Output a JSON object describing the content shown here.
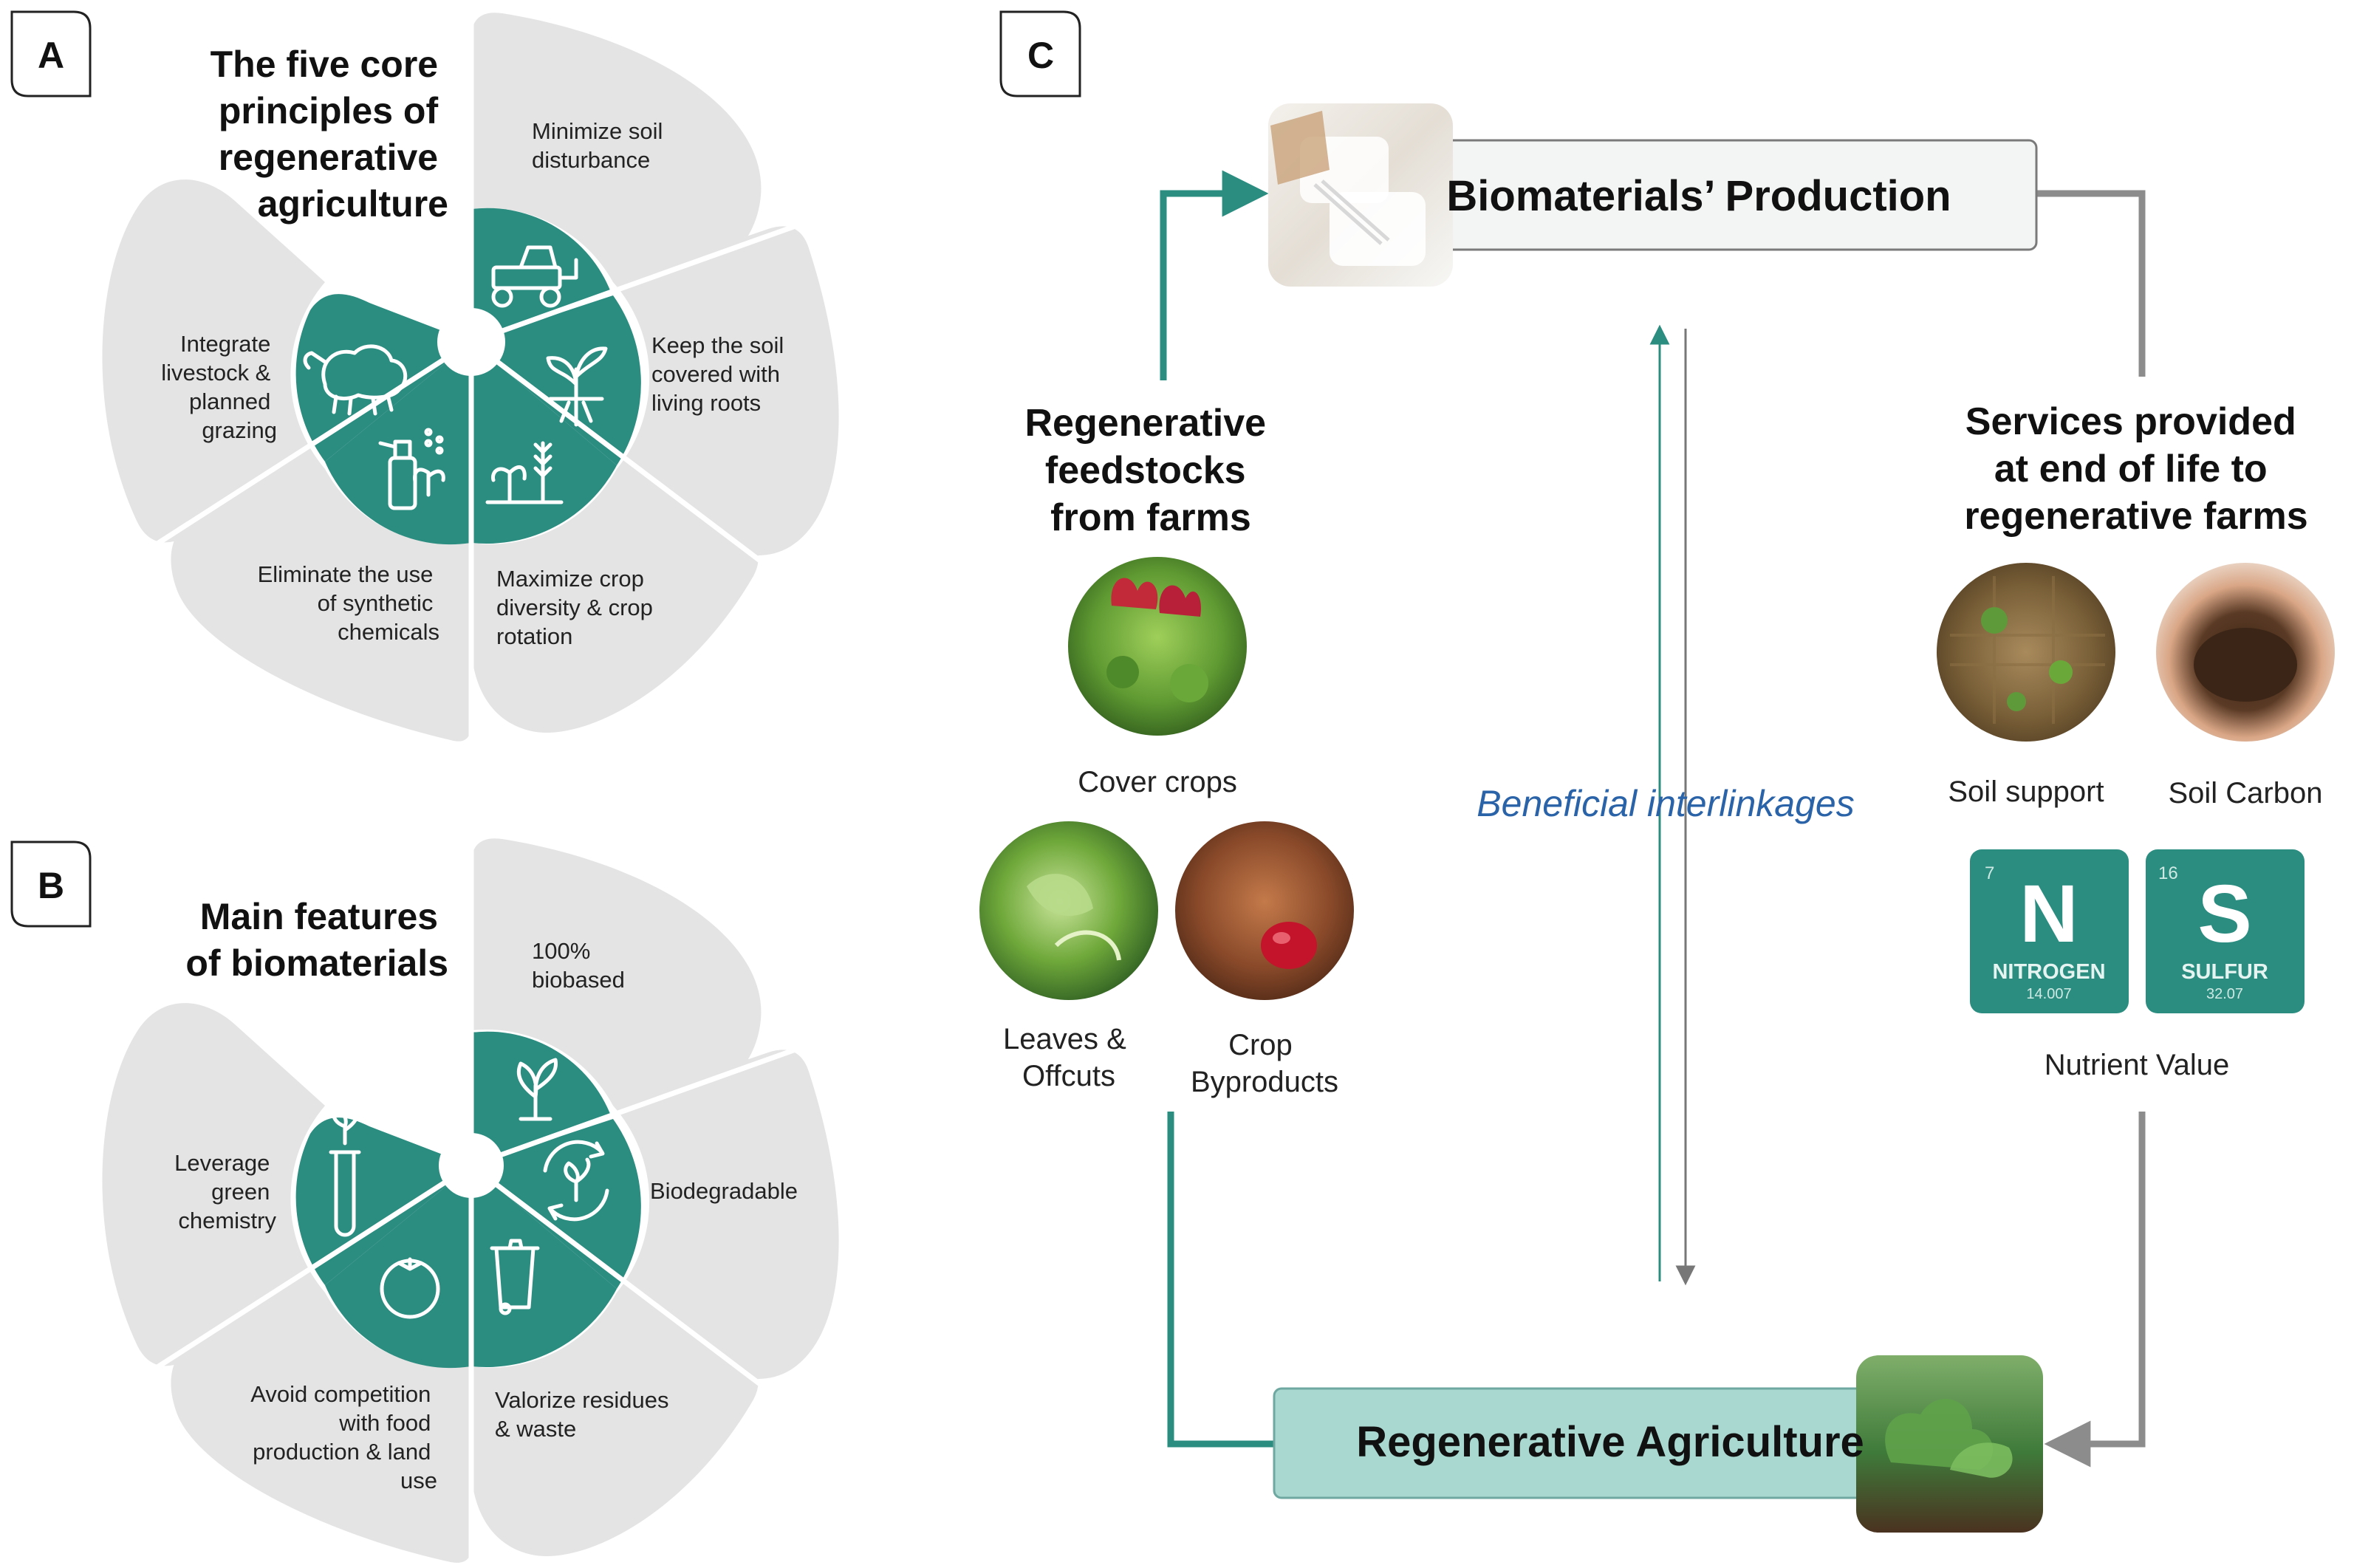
{
  "colors": {
    "teal": "#2b8c80",
    "petal": "#e4e4e4",
    "box_light": "#f3f4f4",
    "box_teal": "#a9d8d0",
    "gray_arrow": "#8c8c8c",
    "italic_blue": "#2a63a8",
    "text": "#222222"
  },
  "panel_a": {
    "letter": "A",
    "title_lines": [
      "The five core",
      "principles of",
      "regenerative",
      "agriculture"
    ],
    "petals": [
      {
        "icon": "tractor-icon",
        "label_lines": [
          "Minimize soil",
          "disturbance"
        ]
      },
      {
        "icon": "sprout-roots-icon",
        "label_lines": [
          "Keep the soil",
          "covered with",
          "living roots"
        ]
      },
      {
        "icon": "crops-icon",
        "label_lines": [
          "Maximize crop",
          "diversity & crop",
          "rotation"
        ]
      },
      {
        "icon": "spray-bottle-icon",
        "label_lines": [
          "Eliminate the use",
          "of synthetic",
          "chemicals"
        ]
      },
      {
        "icon": "sheep-icon",
        "label_lines": [
          "Integrate",
          "livestock &",
          "planned",
          "grazing"
        ]
      }
    ]
  },
  "panel_b": {
    "letter": "B",
    "title_lines": [
      "Main features",
      "of biomaterials"
    ],
    "petals": [
      {
        "icon": "plant-icon",
        "label_lines": [
          "100%",
          "biobased"
        ]
      },
      {
        "icon": "recycle-leaf-icon",
        "label_lines": [
          "Biodegradable"
        ]
      },
      {
        "icon": "bin-icon",
        "label_lines": [
          "Valorize residues",
          "& waste"
        ]
      },
      {
        "icon": "tomato-icon",
        "label_lines": [
          "Avoid competition",
          "with food",
          "production & land",
          "use"
        ]
      },
      {
        "icon": "test-tube-icon",
        "label_lines": [
          "Leverage",
          "green",
          "chemistry"
        ]
      }
    ]
  },
  "panel_c": {
    "letter": "C",
    "production_label": "Biomaterials’ Production",
    "agriculture_label": "Regenerative Agriculture",
    "feedstocks_title_lines": [
      "Regenerative",
      "feedstocks",
      "from farms"
    ],
    "services_title_lines": [
      "Services provided",
      "at end of life to",
      "regenerative farms"
    ],
    "cover_crops": "Cover crops",
    "leaves_lines": [
      "Leaves &",
      "Offcuts"
    ],
    "byproducts_lines": [
      "Crop",
      "Byproducts"
    ],
    "soil_support": "Soil support",
    "soil_carbon": "Soil Carbon",
    "interlinkages": "Beneficial interlinkages",
    "nutrient_value": "Nutrient Value",
    "elements": [
      {
        "number": "7",
        "symbol": "N",
        "name": "NITROGEN",
        "mass": "14.007"
      },
      {
        "number": "16",
        "symbol": "S",
        "name": "SULFUR",
        "mass": "32.07"
      }
    ]
  }
}
